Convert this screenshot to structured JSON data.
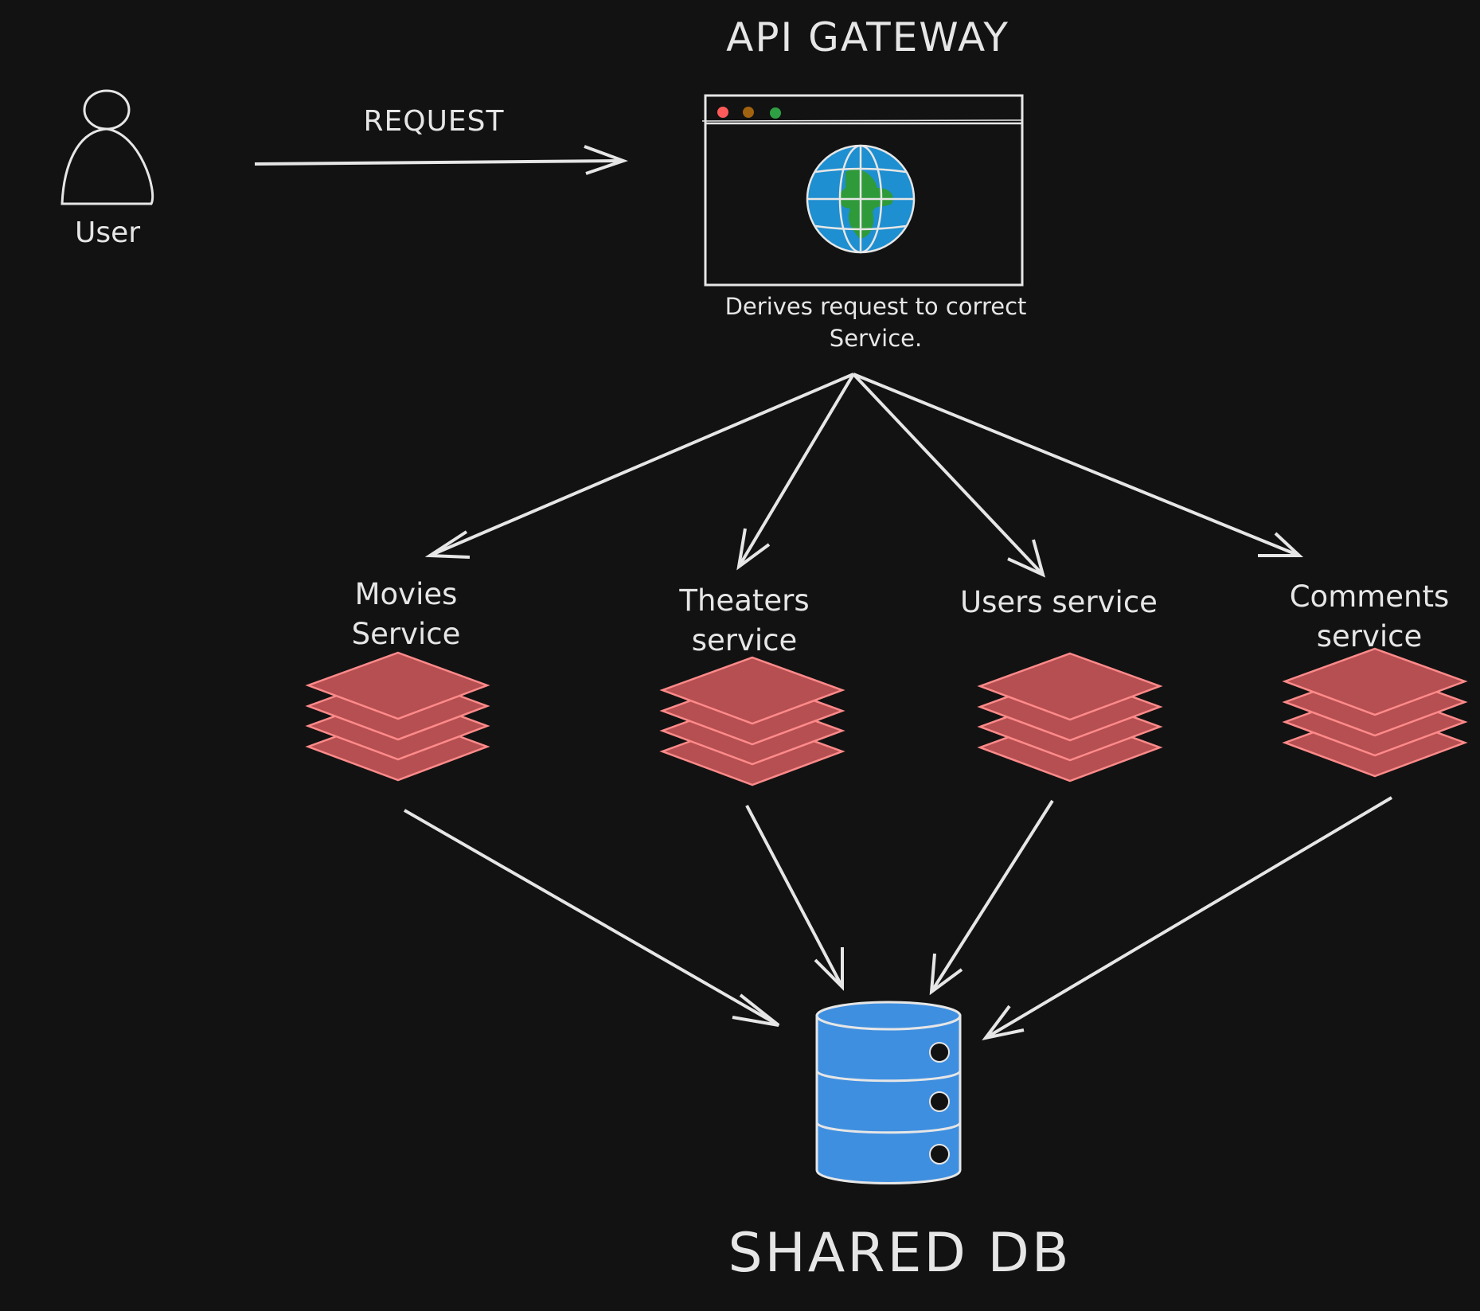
{
  "gateway": {
    "title": "API GATEWAY",
    "note": "Derives request to correct Service."
  },
  "request": {
    "label": "REQUEST"
  },
  "user": {
    "label": "User"
  },
  "services": [
    {
      "label": "Movies Service"
    },
    {
      "label": "Theaters service"
    },
    {
      "label": "Users service"
    },
    {
      "label": "Comments service"
    }
  ],
  "database": {
    "label": "SHARED DB"
  },
  "colors": {
    "background": "#121212",
    "stroke": "#e6e6e6",
    "service_fill": "#b54f51",
    "service_edge": "#ff8a8a",
    "db_fill": "#3f8fe0",
    "ocean": "#1e8fd0",
    "land": "#2f9a3a",
    "dot_red": "#ff5a5a",
    "dot_amber": "#a0620f",
    "dot_green": "#2ea043"
  }
}
